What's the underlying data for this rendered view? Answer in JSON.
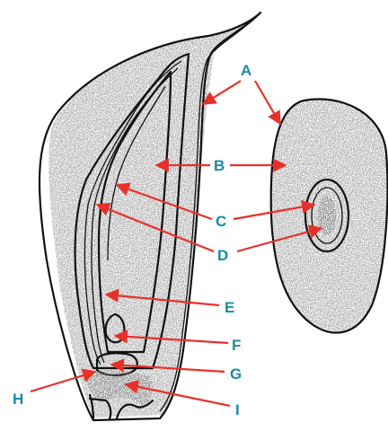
{
  "labels": {
    "A": "A",
    "B": "B",
    "C": "C",
    "D": "D",
    "E": "E",
    "F": "F",
    "G": "G",
    "H": "H",
    "I": "I"
  },
  "colors": {
    "label_color": "#1a8aa6",
    "arrow_color": "#e8302a",
    "outline_color": "#111111",
    "stipple_color": "#333333"
  }
}
